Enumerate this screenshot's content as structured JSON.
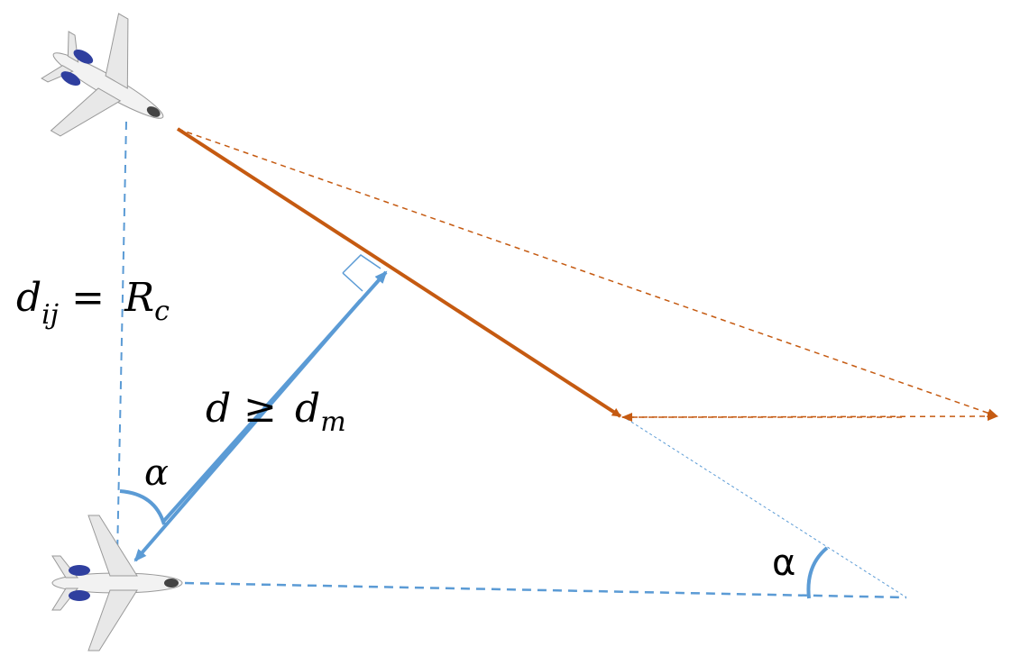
{
  "labels": {
    "distance_constraint": {
      "d": "d",
      "d_sub": "ij",
      "eq": "=",
      "R": "R",
      "R_sub": "c"
    },
    "min_distance": {
      "d": "d",
      "geq": "≥",
      "dm": "d",
      "dm_sub": "m"
    },
    "angle_top": "α",
    "angle_right": "α"
  },
  "colors": {
    "orange": "#c55a11",
    "blue": "#5b9bd5",
    "plane_body": "#f2f2f2",
    "plane_engine": "#2f3f9f"
  },
  "icons": {
    "aircraft_top": "airplane-icon",
    "aircraft_bottom": "airplane-icon"
  }
}
